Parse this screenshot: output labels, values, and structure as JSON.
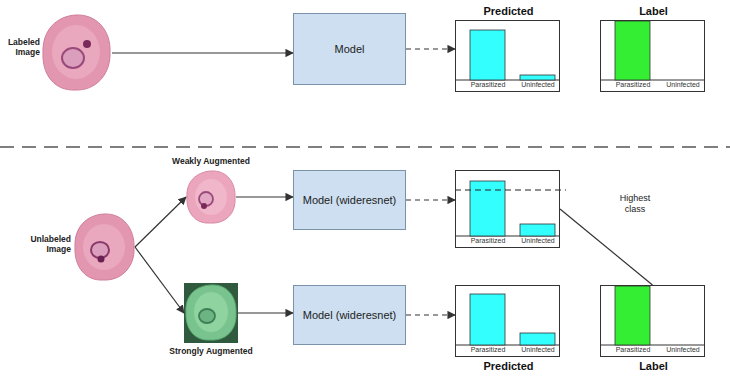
{
  "diagram": {
    "nodes": [
      {
        "text": [
          "Labeled Image"
        ]
      },
      {
        "text": [
          "Model"
        ]
      },
      {
        "text": [
          "Predicted",
          "Parasitized",
          "Uninfected"
        ]
      },
      {
        "text": [
          "Label",
          "Parasitized",
          "Uninfected"
        ]
      },
      {
        "text": [
          "Unlabeled Image"
        ]
      },
      {
        "text": [
          "Weakly Augmented"
        ]
      },
      {
        "text": [
          "Strongly Augmented"
        ]
      },
      {
        "text": [
          "Model (wideresnet)"
        ]
      },
      {
        "text": [
          "Model (wideresnet)"
        ]
      },
      {
        "text": [
          "Parasitized",
          "Uninfected"
        ]
      },
      {
        "text": [
          "Predicted",
          "Parasitized",
          "Uninfected"
        ]
      },
      {
        "text": [
          "Label",
          "Parasitized",
          "Uninfected"
        ]
      }
    ],
    "edges": [
      {
        "from": 0,
        "to": 1,
        "arrow": "to"
      },
      {
        "from": 1,
        "to": 2,
        "arrow": "to"
      },
      {
        "from": 4,
        "to": 5,
        "arrow": "to"
      },
      {
        "from": 4,
        "to": 6,
        "arrow": "to"
      },
      {
        "from": 5,
        "to": 7,
        "arrow": "to"
      },
      {
        "from": 6,
        "to": 8,
        "arrow": "to"
      },
      {
        "from": 7,
        "to": 9,
        "arrow": "to"
      },
      {
        "from": 8,
        "to": 10,
        "arrow": "to"
      },
      {
        "from": 9,
        "to": 11,
        "label": "Highest class",
        "arrow": "none"
      }
    ]
  }
}
